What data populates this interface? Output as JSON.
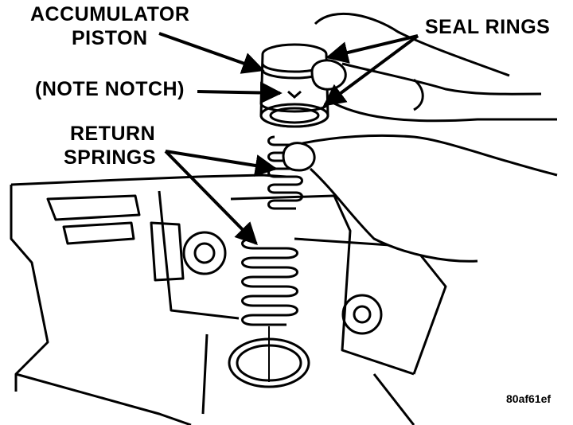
{
  "labels": {
    "accumulator_line1": "ACCUMULATOR",
    "accumulator_line2": "PISTON",
    "note_notch": "(NOTE NOTCH)",
    "seal_rings": "SEAL RINGS",
    "return_line1": "RETURN",
    "return_line2": "SPRINGS",
    "figure_code": "80af61ef"
  }
}
